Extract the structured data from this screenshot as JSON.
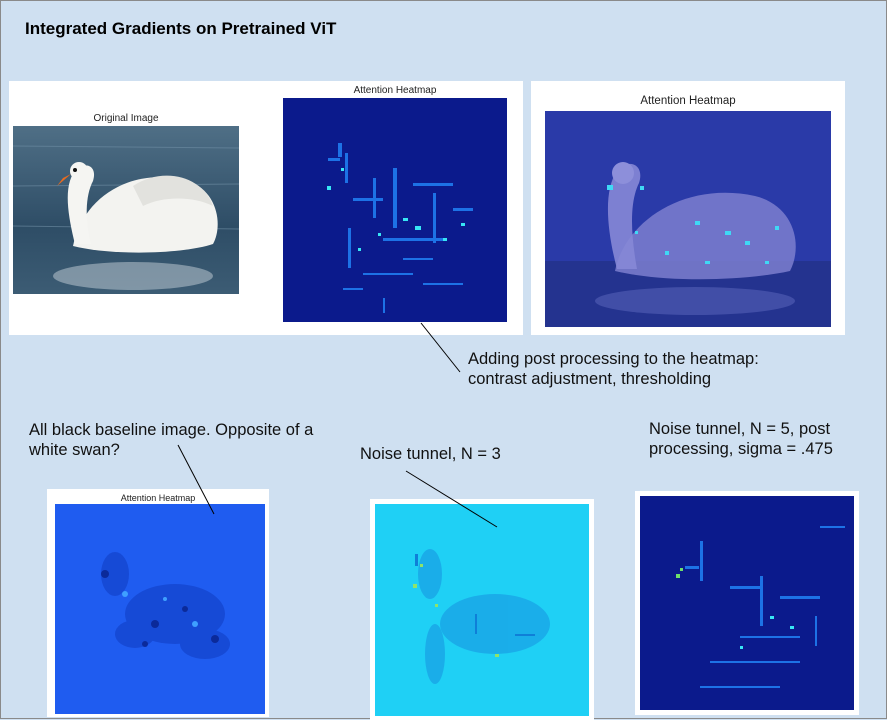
{
  "slide": {
    "title": "Integrated Gradients on Pretrained ViT",
    "panels": {
      "original_caption": "Original Image",
      "heatmap1_caption": "Attention Heatmap",
      "heatmap2_caption": "Attention Heatmap",
      "heatmap_black_caption": "Attention Heatmap"
    },
    "notes": {
      "post_processing": "Adding post processing to the heatmap: contrast adjustment, thresholding",
      "black_baseline": "All black baseline image.  Opposite of a white swan?",
      "noise_tunnel_3": "Noise tunnel, N  = 3",
      "noise_tunnel_5": "Noise tunnel, N  = 5, post processing, sigma = .475"
    }
  },
  "colors": {
    "slide_bg": "#cfe0f1",
    "heatmap_dark": "#0b1a8c",
    "heatmap_blue": "#1f5cf0",
    "heatmap_cyan": "#1fd0f5"
  }
}
